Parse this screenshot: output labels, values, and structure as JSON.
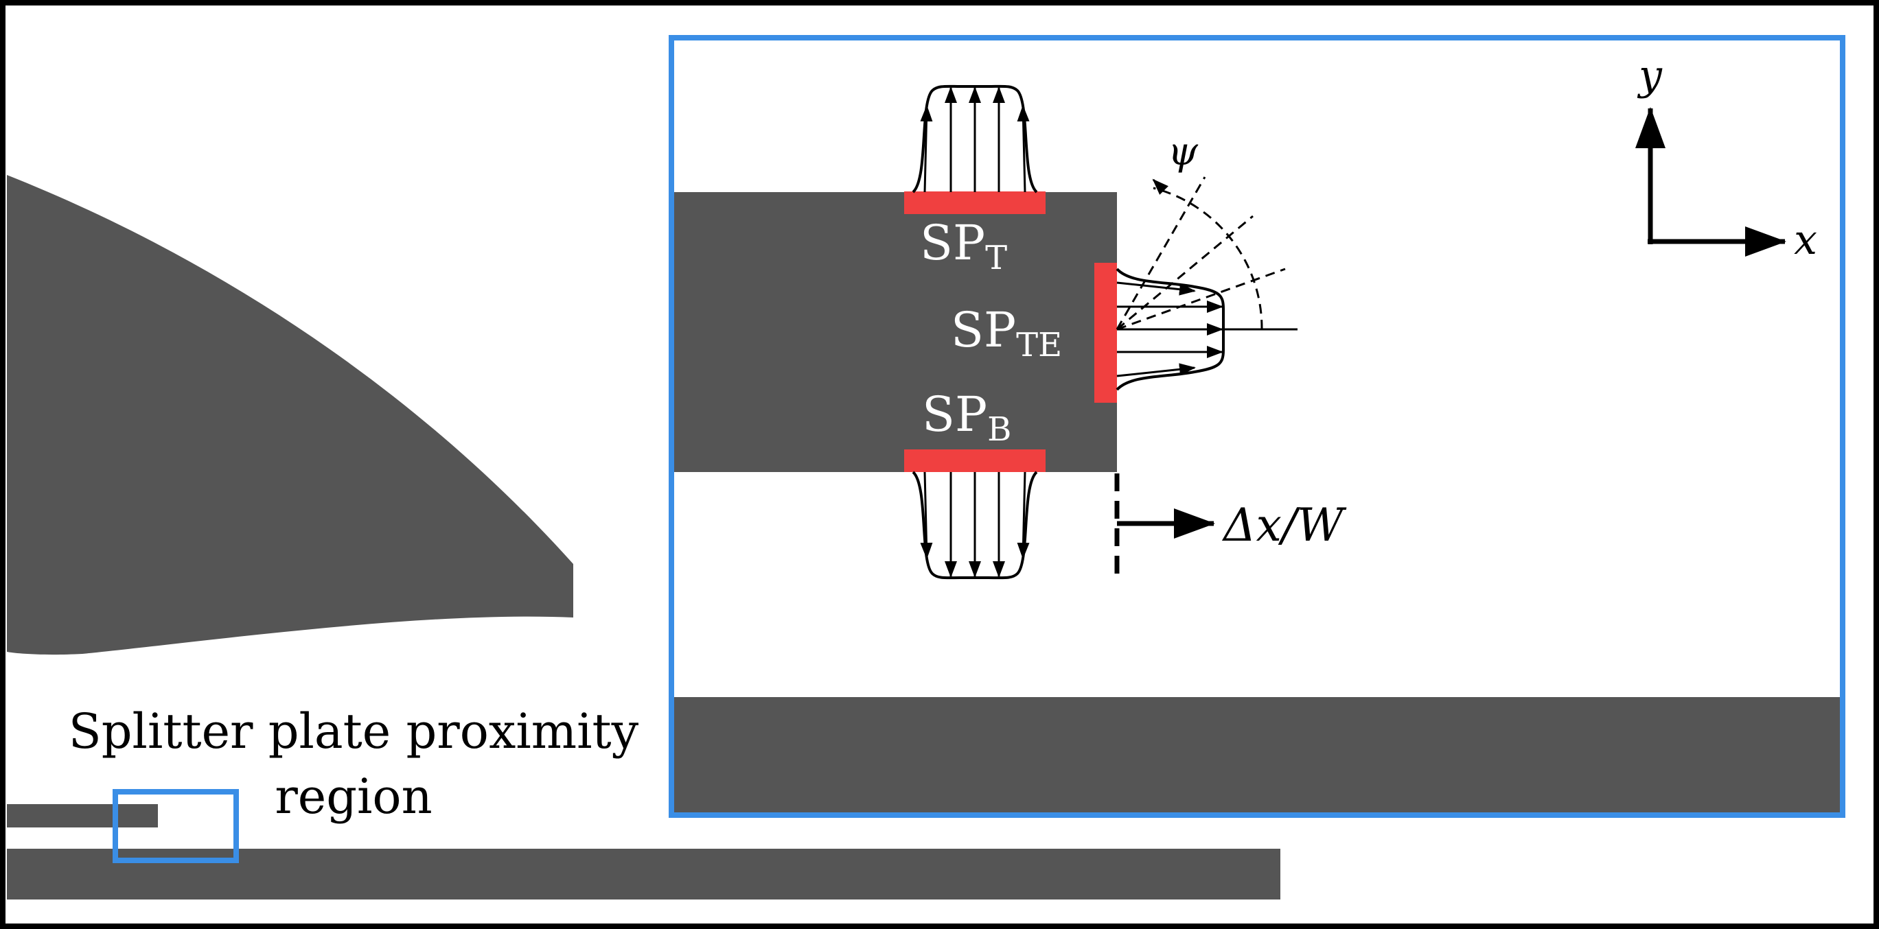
{
  "colors": {
    "geometry": "#555555",
    "sensor": "#f04040",
    "zoom_box": "#3a8ee6",
    "frame": "#000000",
    "background": "#ffffff"
  },
  "region_label": {
    "line1": "Splitter plate proximity",
    "line2": "region"
  },
  "sensors": {
    "top": {
      "base": "SP",
      "sub": "T"
    },
    "trailing_edge": {
      "base": "SP",
      "sub": "TE"
    },
    "bottom": {
      "base": "SP",
      "sub": "B"
    }
  },
  "angle_label": "ψ",
  "offset_label": "Δx/W",
  "axes": {
    "x": "x",
    "y": "y"
  }
}
